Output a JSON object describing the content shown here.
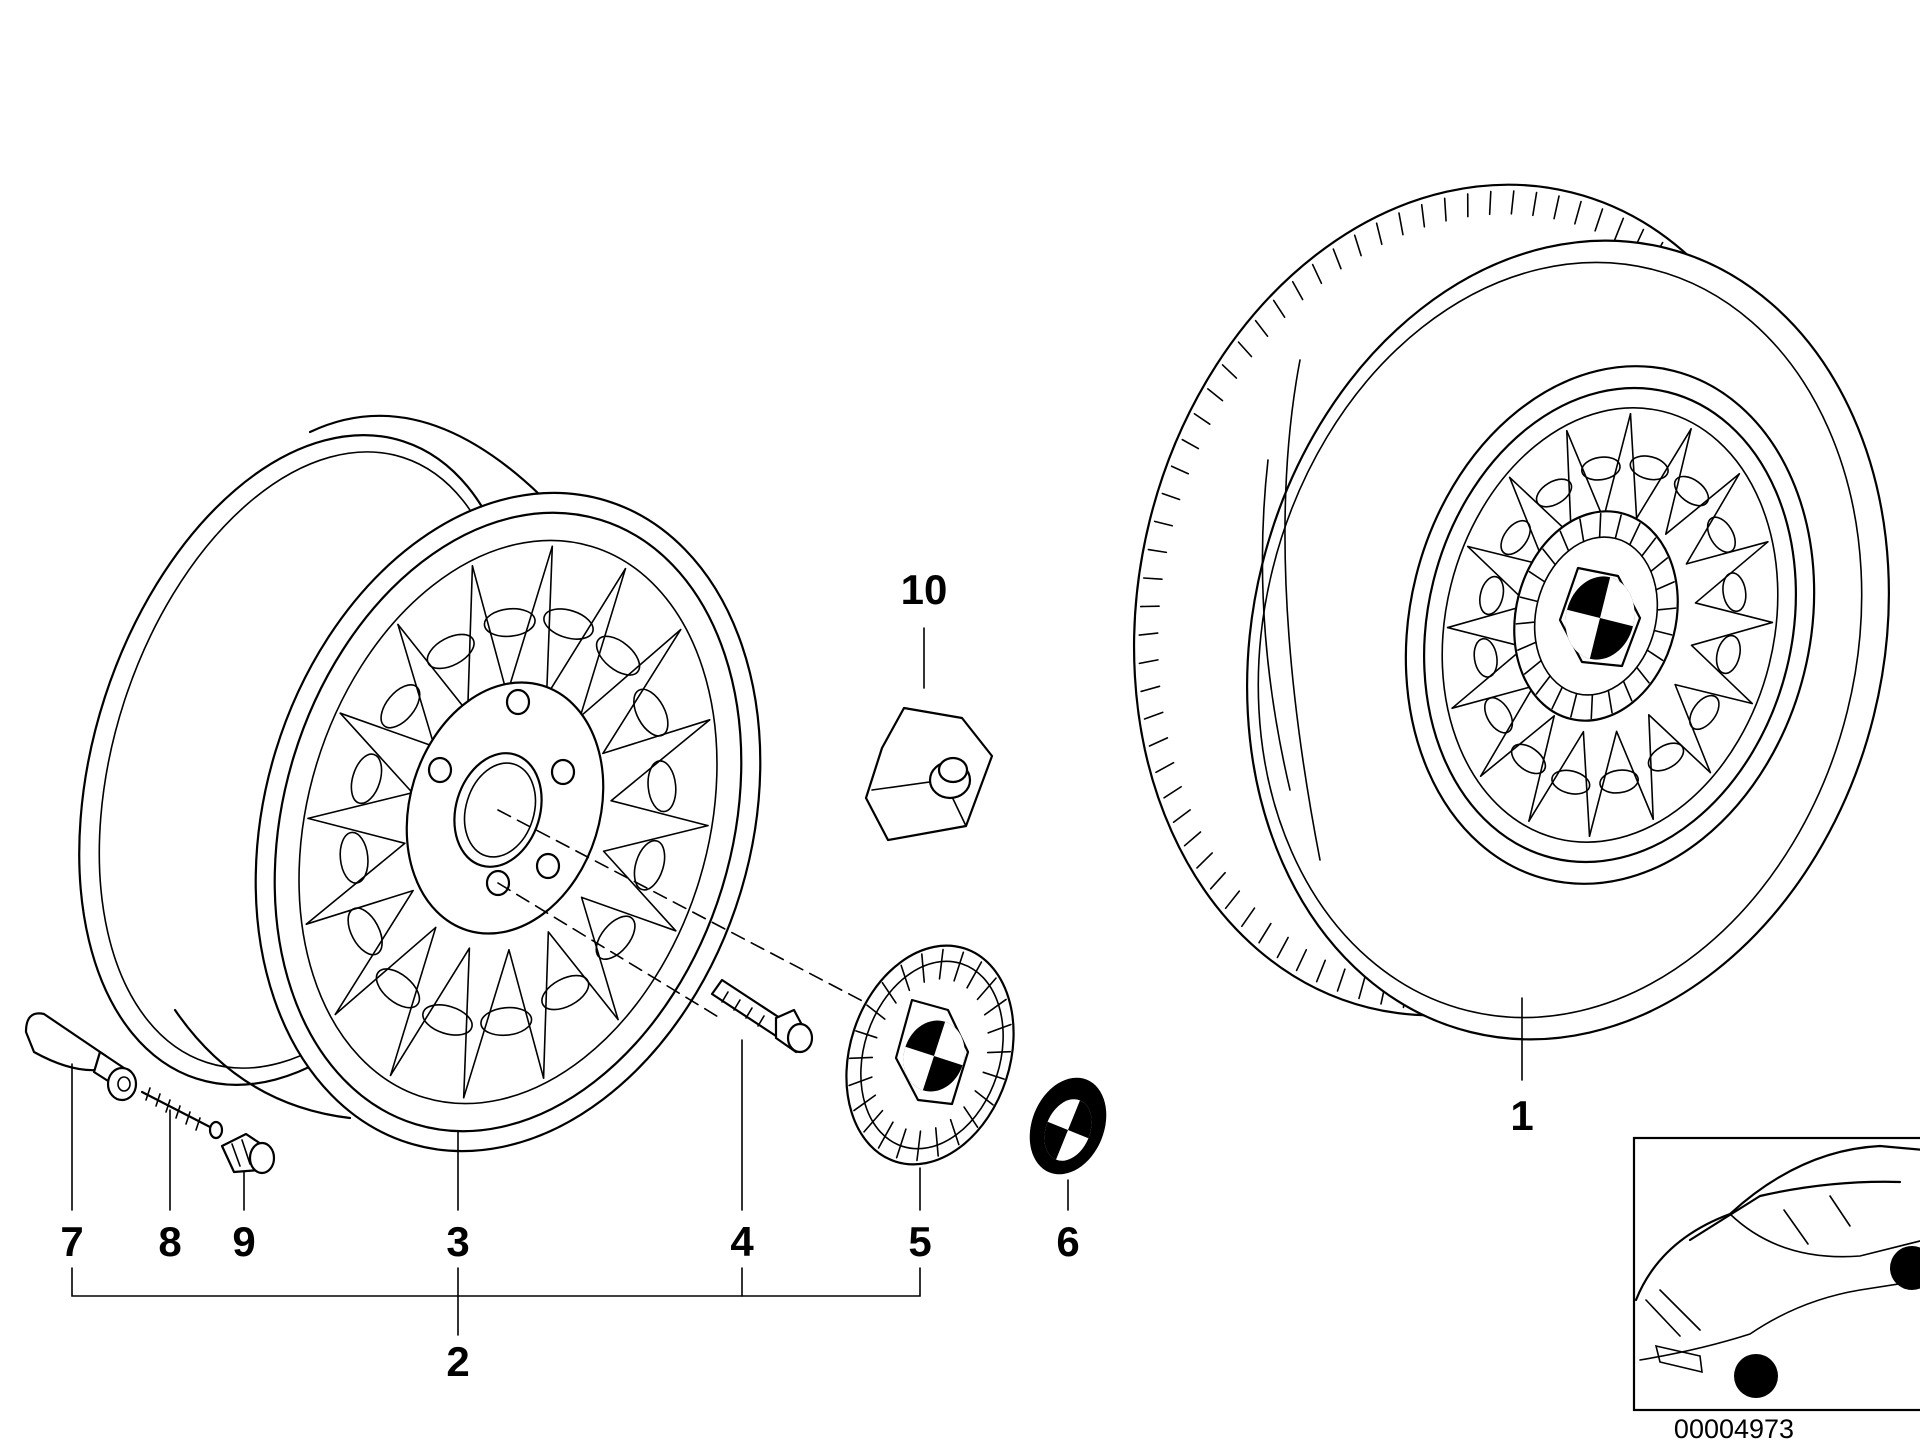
{
  "diagram": {
    "callouts": [
      {
        "id": "1",
        "label": "1"
      },
      {
        "id": "2",
        "label": "2"
      },
      {
        "id": "3",
        "label": "3"
      },
      {
        "id": "4",
        "label": "4"
      },
      {
        "id": "5",
        "label": "5"
      },
      {
        "id": "6",
        "label": "6"
      },
      {
        "id": "7",
        "label": "7"
      },
      {
        "id": "8",
        "label": "8"
      },
      {
        "id": "9",
        "label": "9"
      },
      {
        "id": "10",
        "label": "10"
      }
    ],
    "reference_number": "00004973",
    "parts": [
      {
        "callout": "1",
        "name": "complete-wheel-with-tyre-icon"
      },
      {
        "callout": "2",
        "name": "wheel-assembly-group-bracket"
      },
      {
        "callout": "3",
        "name": "cross-spoke-alloy-rim-icon"
      },
      {
        "callout": "4",
        "name": "wheel-bolt-icon"
      },
      {
        "callout": "5",
        "name": "hub-cap-icon"
      },
      {
        "callout": "6",
        "name": "roundel-emblem-icon"
      },
      {
        "callout": "7",
        "name": "valve-stem-icon"
      },
      {
        "callout": "8",
        "name": "valve-insert-icon"
      },
      {
        "callout": "9",
        "name": "valve-cap-icon"
      },
      {
        "callout": "10",
        "name": "hex-nut-adapter-icon"
      }
    ],
    "inset": {
      "name": "vehicle-location-inset"
    }
  }
}
